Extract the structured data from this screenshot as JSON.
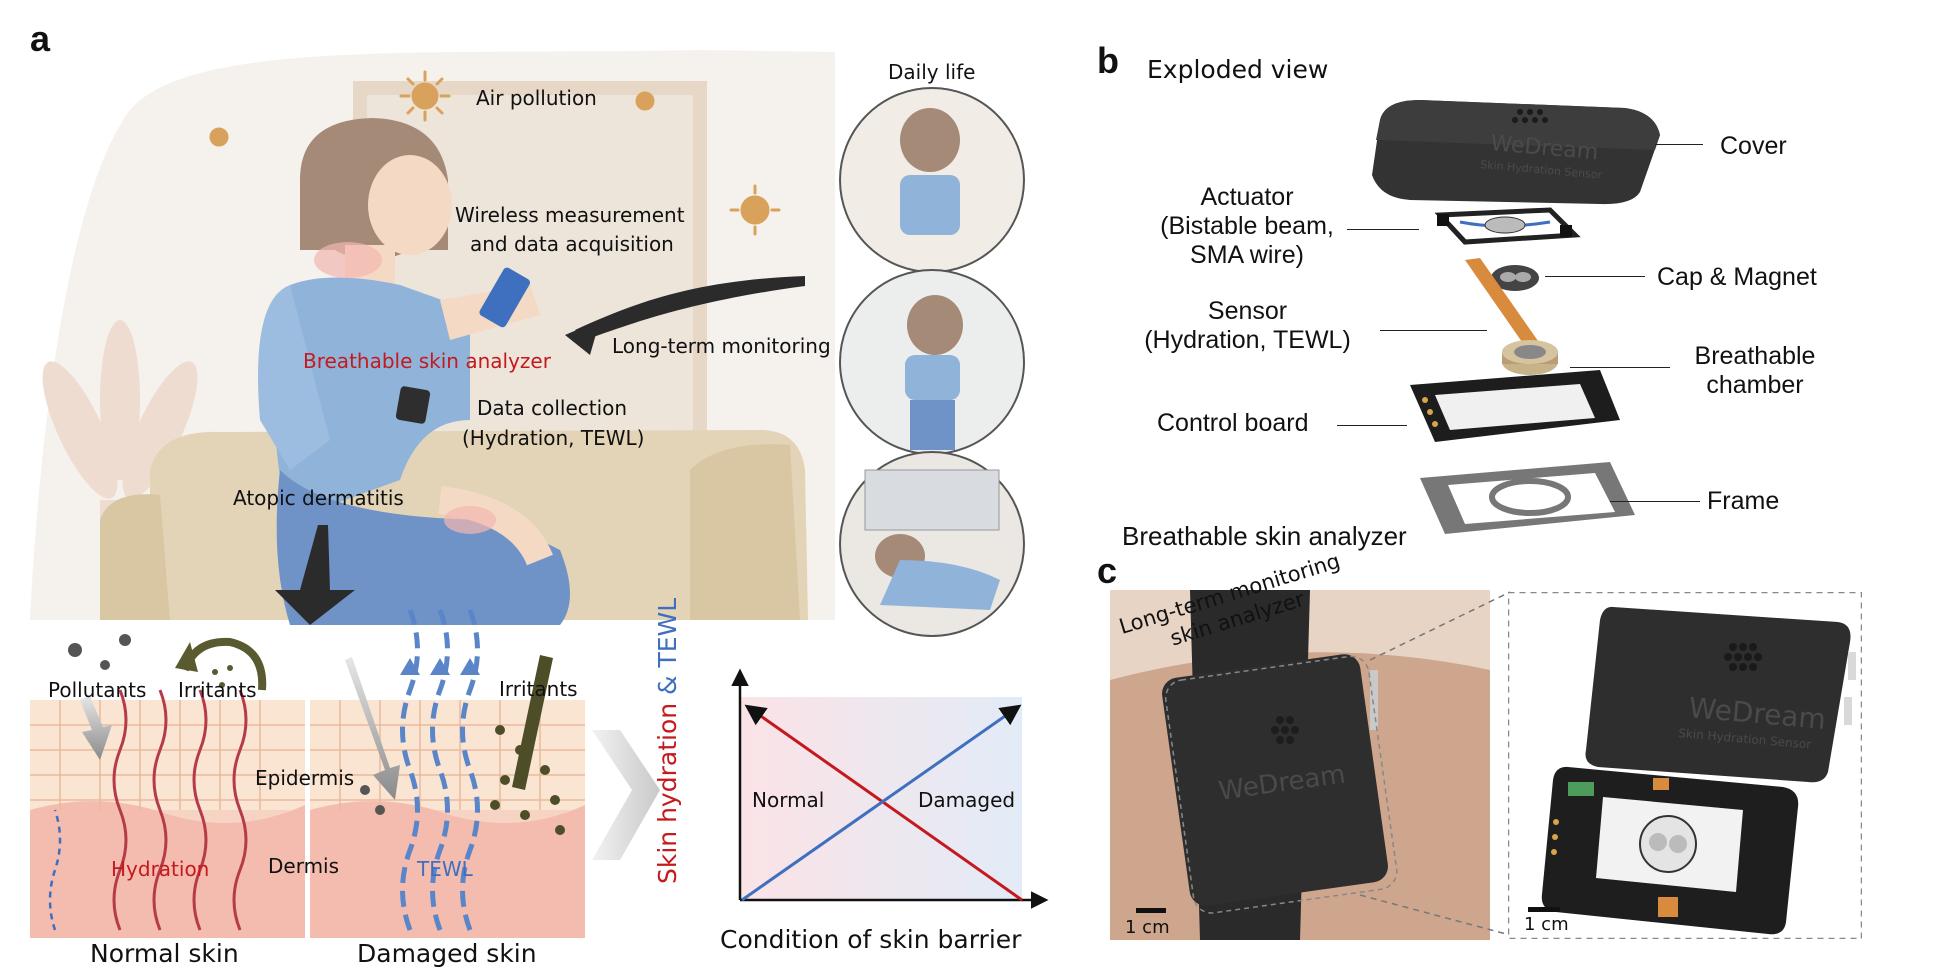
{
  "panel_a": {
    "letter": "a",
    "labels": {
      "air_pollution": "Air pollution",
      "daily_life": "Daily life",
      "wireless_line1": "Wireless measurement",
      "wireless_line2": "and data acquisition",
      "long_term": "Long-term monitoring",
      "breathable": "Breathable skin analyzer",
      "data_collection_line1": "Data collection",
      "data_collection_line2": "(Hydration, TEWL)",
      "atopic": "Atopic dermatitis"
    },
    "skin": {
      "pollutants": "Pollutants",
      "irritants_1": "Irritants",
      "irritants_2": "Irritants",
      "epidermis": "Epidermis",
      "dermis": "Dermis",
      "hydration": "Hydration",
      "tewl": "TEWL",
      "normal_caption": "Normal skin",
      "damaged_caption": "Damaged skin"
    },
    "graph": {
      "ylabel_part1": "Skin hydration",
      "ylabel_part2": "& TEWL",
      "xlabel": "Condition of skin barrier",
      "region_normal": "Normal",
      "region_damaged": "Damaged"
    }
  },
  "panel_b": {
    "letter": "b",
    "title": "Exploded view",
    "parts": {
      "cover": "Cover",
      "actuator_line1": "Actuator",
      "actuator_line2": "(Bistable beam,",
      "actuator_line3": "SMA wire)",
      "cap": "Cap & Magnet",
      "sensor_line1": "Sensor",
      "sensor_line2": "(Hydration, TEWL)",
      "chamber_line1": "Breathable",
      "chamber_line2": "chamber",
      "control": "Control board",
      "frame": "Frame"
    },
    "device_name": "Breathable skin analyzer",
    "brand_line1": "WeDream",
    "brand_line2": "Skin Hydration Sensor"
  },
  "panel_c": {
    "letter": "c",
    "caption_line1": "Long-term monitoring",
    "caption_line2": "skin analyzer",
    "scale_left": "1 cm",
    "scale_right": "1 cm"
  },
  "colors": {
    "red": "#c41a1e",
    "blue": "#3f6fbf",
    "skin_shirt": "#8fb3d9",
    "device": "#2e2e2e"
  }
}
